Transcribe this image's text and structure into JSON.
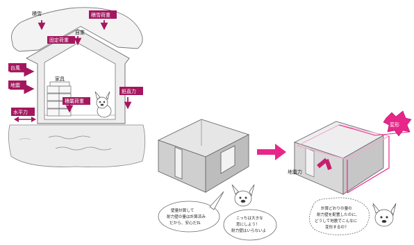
{
  "house": {
    "sekisetsu": "積雪",
    "sekisetsu_kaju": "積雪荷重",
    "jiju": "自重",
    "kotei_kaju": "固定荷重",
    "taifu": "台風",
    "jishin": "地震",
    "kagu": "家具",
    "enchokuryoku": "鉛直力",
    "sekisai_kaju": "積載荷重",
    "suiheiryoku": "水平力"
  },
  "bubbles": {
    "b1": [
      "壁量計算して",
      "耐力壁の量は計算済み",
      "だから、安心だね"
    ],
    "b2": [
      "こっちは大きな",
      "窓にしよう！",
      "耐力壁はいらないよ"
    ],
    "b3": [
      "計算どおりの量の",
      "耐力壁を配置したのに、",
      "どうして地震でこんなに",
      "変形するの？"
    ]
  },
  "box_right": {
    "jishinryoku": "地震力",
    "henkei": "変形"
  },
  "colors": {
    "accent": "#a4175e",
    "magenta": "#e8268a",
    "light_pink": "#f4a9cf"
  }
}
